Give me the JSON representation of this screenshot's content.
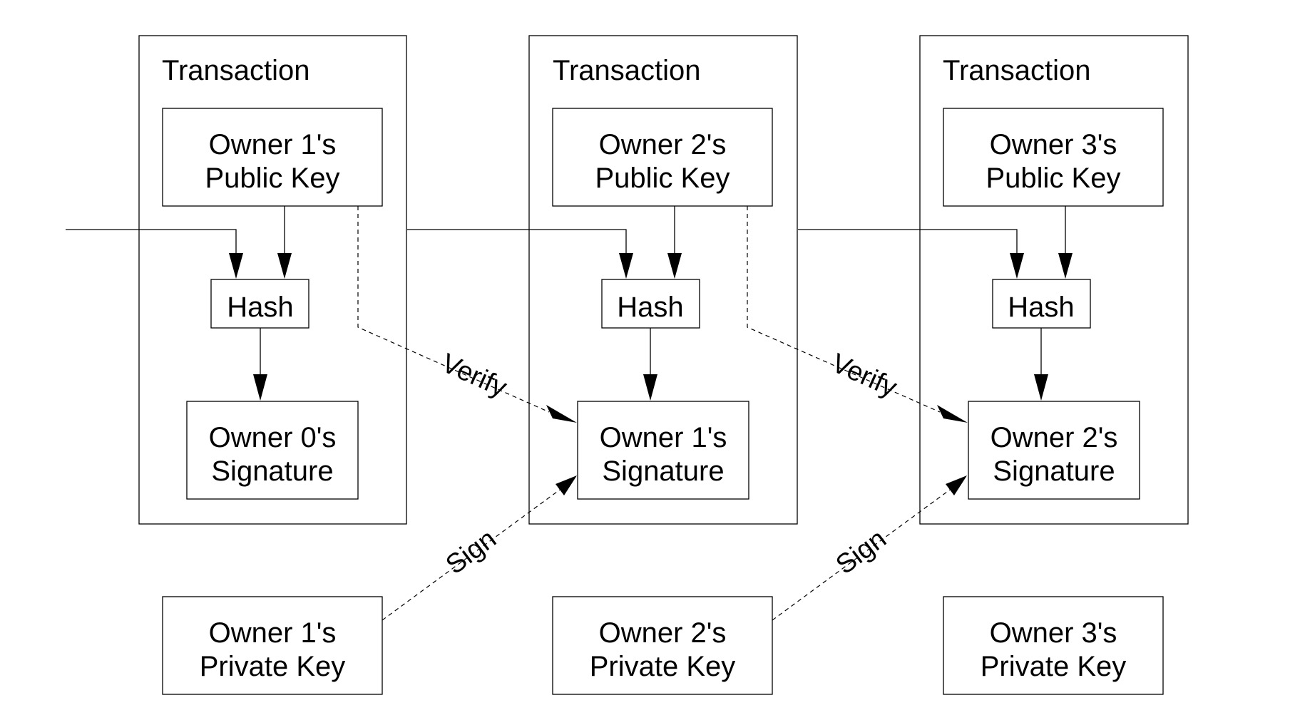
{
  "colors": {
    "background": "#ffffff",
    "stroke": "#000000",
    "text": "#000000"
  },
  "transactions": [
    {
      "title": "Transaction",
      "public_key": {
        "line1": "Owner 1's",
        "line2": "Public Key"
      },
      "hash": "Hash",
      "signature": {
        "line1": "Owner 0's",
        "line2": "Signature"
      }
    },
    {
      "title": "Transaction",
      "public_key": {
        "line1": "Owner 2's",
        "line2": "Public Key"
      },
      "hash": "Hash",
      "signature": {
        "line1": "Owner 1's",
        "line2": "Signature"
      }
    },
    {
      "title": "Transaction",
      "public_key": {
        "line1": "Owner 3's",
        "line2": "Public Key"
      },
      "hash": "Hash",
      "signature": {
        "line1": "Owner 2's",
        "line2": "Signature"
      }
    }
  ],
  "private_keys": [
    {
      "line1": "Owner 1's",
      "line2": "Private Key"
    },
    {
      "line1": "Owner 2's",
      "line2": "Private Key"
    },
    {
      "line1": "Owner 3's",
      "line2": "Private Key"
    }
  ],
  "edge_labels": {
    "verify": "Verify",
    "sign": "Sign"
  }
}
